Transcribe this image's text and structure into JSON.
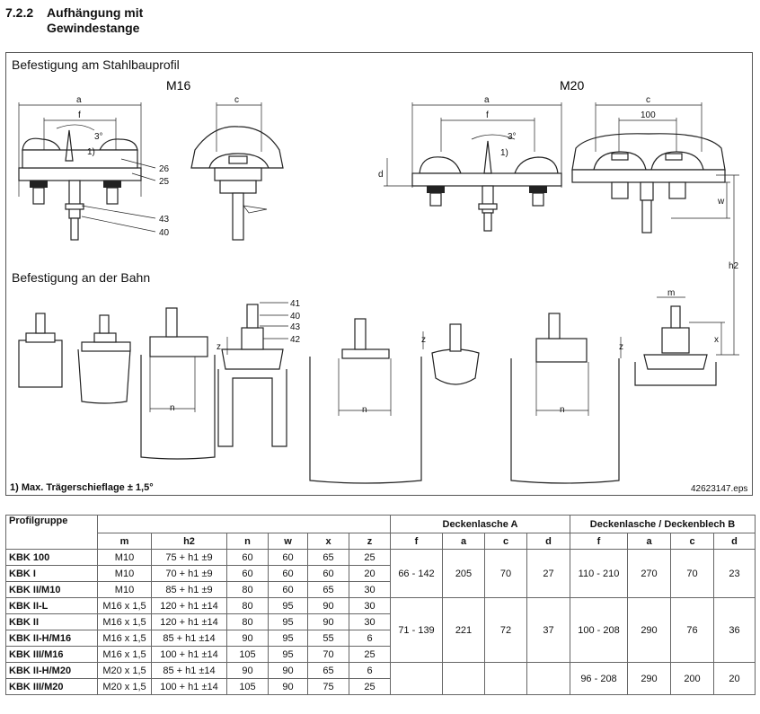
{
  "heading": {
    "number": "7.2.2",
    "line1": "Aufhängung mit",
    "line2": "Gewindestange"
  },
  "figure": {
    "section1": "Befestigung am Stahlbauprofil",
    "section2": "Befestigung an der Bahn",
    "m16": "M16",
    "m20": "M20",
    "footnote": "1) Max. Trägerschieflage ± 1,5°",
    "file": "42623147.eps",
    "dims": {
      "a": "a",
      "f": "f",
      "c": "c",
      "d": "d",
      "w": "w",
      "h2": "h2",
      "n": "n",
      "m": "m",
      "x": "x",
      "z": "z",
      "hundred": "100",
      "angle": "3°",
      "note": "1)"
    },
    "callouts": {
      "p26": "26",
      "p25": "25",
      "p43": "43",
      "p40": "40",
      "p41": "41",
      "p42": "42"
    }
  },
  "table": {
    "h_profil": "Profilgruppe",
    "h_deckA": "Deckenlasche A",
    "h_deckB": "Deckenlasche / Deckenblech B",
    "cols": {
      "m": "m",
      "h2": "h2",
      "n": "n",
      "w": "w",
      "x": "x",
      "z": "z",
      "f": "f",
      "a": "a",
      "c": "c",
      "d": "d"
    },
    "rows": [
      {
        "name": "KBK 100",
        "m": "M10",
        "h2": "75 + h1 ±9",
        "n": "60",
        "w": "60",
        "x": "65",
        "z": "25"
      },
      {
        "name": "KBK I",
        "m": "M10",
        "h2": "70 + h1 ±9",
        "n": "60",
        "w": "60",
        "x": "60",
        "z": "20"
      },
      {
        "name": "KBK II/M10",
        "m": "M10",
        "h2": "85 + h1 ±9",
        "n": "80",
        "w": "60",
        "x": "65",
        "z": "30"
      },
      {
        "name": "KBK II-L",
        "m": "M16 x 1,5",
        "h2": "120 + h1 ±14",
        "n": "80",
        "w": "95",
        "x": "90",
        "z": "30"
      },
      {
        "name": "KBK II",
        "m": "M16 x 1,5",
        "h2": "120 + h1 ±14",
        "n": "80",
        "w": "95",
        "x": "90",
        "z": "30"
      },
      {
        "name": "KBK II-H/M16",
        "m": "M16 x 1,5",
        "h2": "85 + h1 ±14",
        "n": "90",
        "w": "95",
        "x": "55",
        "z": "6"
      },
      {
        "name": "KBK III/M16",
        "m": "M16 x 1,5",
        "h2": "100 + h1 ±14",
        "n": "105",
        "w": "95",
        "x": "70",
        "z": "25"
      },
      {
        "name": "KBK II-H/M20",
        "m": "M20 x 1,5",
        "h2": "85 + h1 ±14",
        "n": "90",
        "w": "90",
        "x": "65",
        "z": "6"
      },
      {
        "name": "KBK III/M20",
        "m": "M20 x 1,5",
        "h2": "100 + h1 ±14",
        "n": "105",
        "w": "90",
        "x": "75",
        "z": "25"
      }
    ],
    "groupA": [
      {
        "f": "66 - 142",
        "a": "205",
        "c": "70",
        "d": "27"
      },
      {
        "f": "71 - 139",
        "a": "221",
        "c": "72",
        "d": "37"
      }
    ],
    "groupB": [
      {
        "f": "110 - 210",
        "a": "270",
        "c": "70",
        "d": "23"
      },
      {
        "f": "100 - 208",
        "a": "290",
        "c": "76",
        "d": "36"
      },
      {
        "f": "96 - 208",
        "a": "290",
        "c": "200",
        "d": "20"
      }
    ]
  }
}
